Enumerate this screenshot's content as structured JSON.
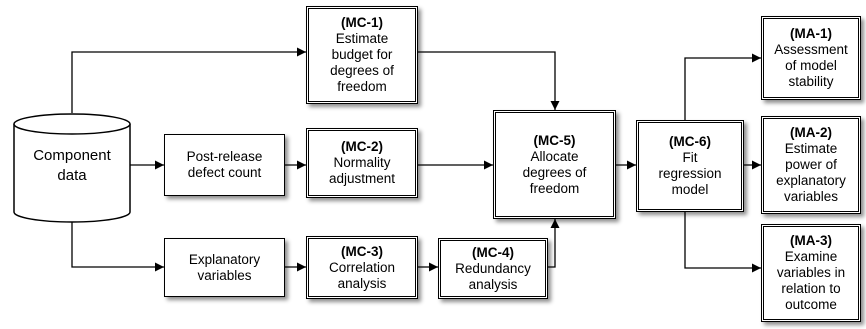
{
  "source": {
    "label_lines": [
      "Component",
      "data"
    ]
  },
  "inputs": {
    "defect": [
      "Post-release",
      "defect count"
    ],
    "explanatory": [
      "Explanatory",
      "variables"
    ]
  },
  "steps": [
    {
      "id": "mc1",
      "code": "(MC-1)",
      "lines": [
        "Estimate",
        "budget for",
        "degrees of",
        "freedom"
      ]
    },
    {
      "id": "mc2",
      "code": "(MC-2)",
      "lines": [
        "Normality",
        "adjustment"
      ]
    },
    {
      "id": "mc3",
      "code": "(MC-3)",
      "lines": [
        "Correlation",
        "analysis"
      ]
    },
    {
      "id": "mc4",
      "code": "(MC-4)",
      "lines": [
        "Redundancy",
        "analysis"
      ]
    },
    {
      "id": "mc5",
      "code": "(MC-5)",
      "lines": [
        "Allocate",
        "degrees of",
        "freedom"
      ]
    },
    {
      "id": "mc6",
      "code": "(MC-6)",
      "lines": [
        "Fit",
        "regression",
        "model"
      ]
    },
    {
      "id": "ma1",
      "code": "(MA-1)",
      "lines": [
        "Assessment",
        "of model",
        "stability"
      ]
    },
    {
      "id": "ma2",
      "code": "(MA-2)",
      "lines": [
        "Estimate",
        "power of",
        "explanatory",
        "variables"
      ]
    },
    {
      "id": "ma3",
      "code": "(MA-3)",
      "lines": [
        "Examine",
        "variables in",
        "relation to",
        "outcome"
      ]
    }
  ]
}
